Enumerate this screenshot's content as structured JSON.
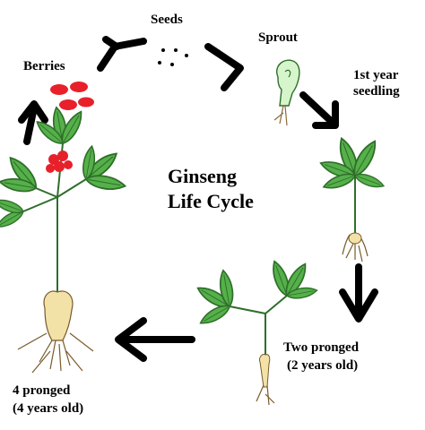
{
  "title": {
    "line1": "Ginseng",
    "line2": "Life Cycle"
  },
  "stages": {
    "seeds": "Seeds",
    "sprout": "Sprout",
    "seedling_line1": "1st year",
    "seedling_line2": "seedling",
    "two_pronged_line1": "Two pronged",
    "two_pronged_line2": "(2 years old)",
    "four_pronged_line1": "4 pronged",
    "four_pronged_line2": "(4 years old)",
    "berries": "Berries"
  },
  "colors": {
    "arrow": "#000000",
    "leaf": "#55b04a",
    "leaf_stroke": "#2f6e2a",
    "berry": "#e8202a",
    "sprout": "#d6f5cc",
    "root": "#f3e2a8"
  }
}
